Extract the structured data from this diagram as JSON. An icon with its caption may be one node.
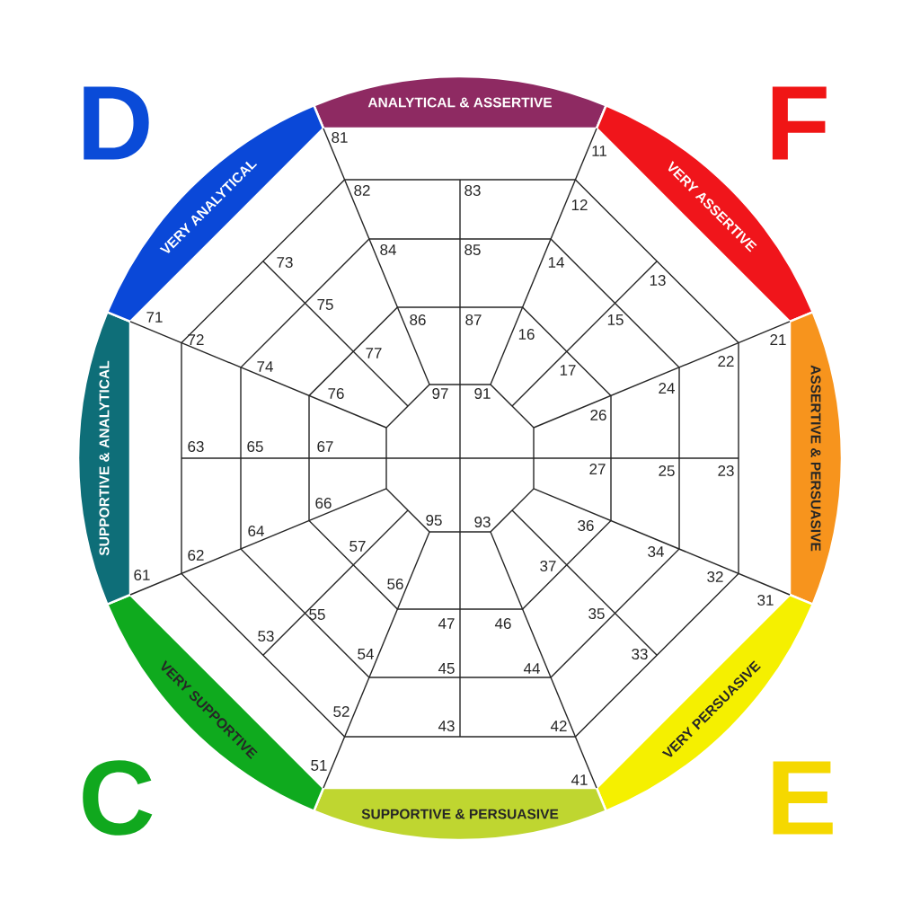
{
  "diagram": {
    "nodes": [
      {
        "text": [
          "ANALYTICAL & ASSERTIVE"
        ]
      },
      {
        "text": [
          "VERY ASSERTIVE"
        ]
      },
      {
        "text": [
          "ASSERTIVE & PERSUASIVE"
        ]
      },
      {
        "text": [
          "VERY PERSUASIVE"
        ]
      },
      {
        "text": [
          "SUPPORTIVE & PERSUASIVE"
        ]
      },
      {
        "text": [
          "VERY SUPPORTIVE"
        ]
      },
      {
        "text": [
          "SUPPORTIVE & ANALYTICAL"
        ]
      },
      {
        "text": [
          "VERY ANALYTICAL"
        ]
      }
    ],
    "labels": [
      "D",
      "F",
      "11",
      "12",
      "13",
      "14",
      "15",
      "16",
      "17",
      "21",
      "22",
      "23",
      "24",
      "25",
      "26",
      "27",
      "31",
      "32",
      "33",
      "34",
      "35",
      "36",
      "37",
      "41",
      "42",
      "43",
      "44",
      "45",
      "46",
      "47",
      "51",
      "52",
      "53",
      "54",
      "55",
      "56",
      "57",
      "61",
      "62",
      "63",
      "64",
      "65",
      "66",
      "67",
      "71",
      "72",
      "73",
      "74",
      "75",
      "76",
      "77",
      "81",
      "82",
      "83",
      "84",
      "85",
      "86",
      "87",
      "91",
      "93",
      "95",
      "97",
      "C",
      "E"
    ]
  }
}
